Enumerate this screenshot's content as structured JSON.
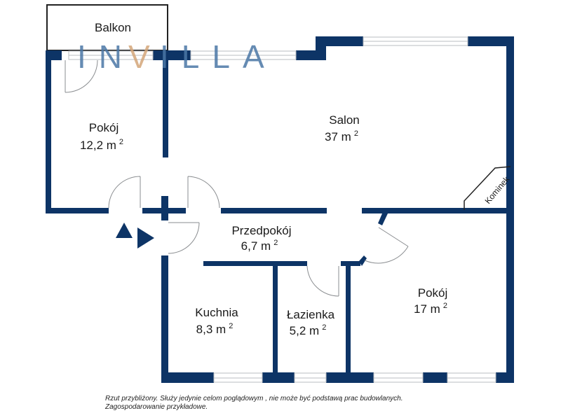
{
  "brand": {
    "logo_text": "INVILLA",
    "logo_accent_color": "#d4a67a",
    "logo_color": "#4b77a6"
  },
  "colors": {
    "wall": "#0d3466"
  },
  "rooms": [
    {
      "name": "Balkon"
    },
    {
      "name": "Pokój",
      "area": "12,2 m",
      "unit_sup": "2"
    },
    {
      "name": "Salon",
      "area": "37 m",
      "unit_sup": "2"
    },
    {
      "name": "Przedpokój",
      "area": "6,7 m",
      "unit_sup": "2"
    },
    {
      "name": "Kuchnia",
      "area": "8,3 m",
      "unit_sup": "2"
    },
    {
      "name": "Łazienka",
      "area": "5,2 m",
      "unit_sup": "2"
    },
    {
      "name": "Pokój",
      "area": "17 m",
      "unit_sup": "2"
    }
  ],
  "fixtures": {
    "fireplace": "Kominek"
  },
  "footer": {
    "line1": "Rzut przybliżony. Służy jedynie celom poglądowym , nie może być podstawą prac budowlanych.",
    "line2": "Zagospodarowanie przykładowe."
  }
}
